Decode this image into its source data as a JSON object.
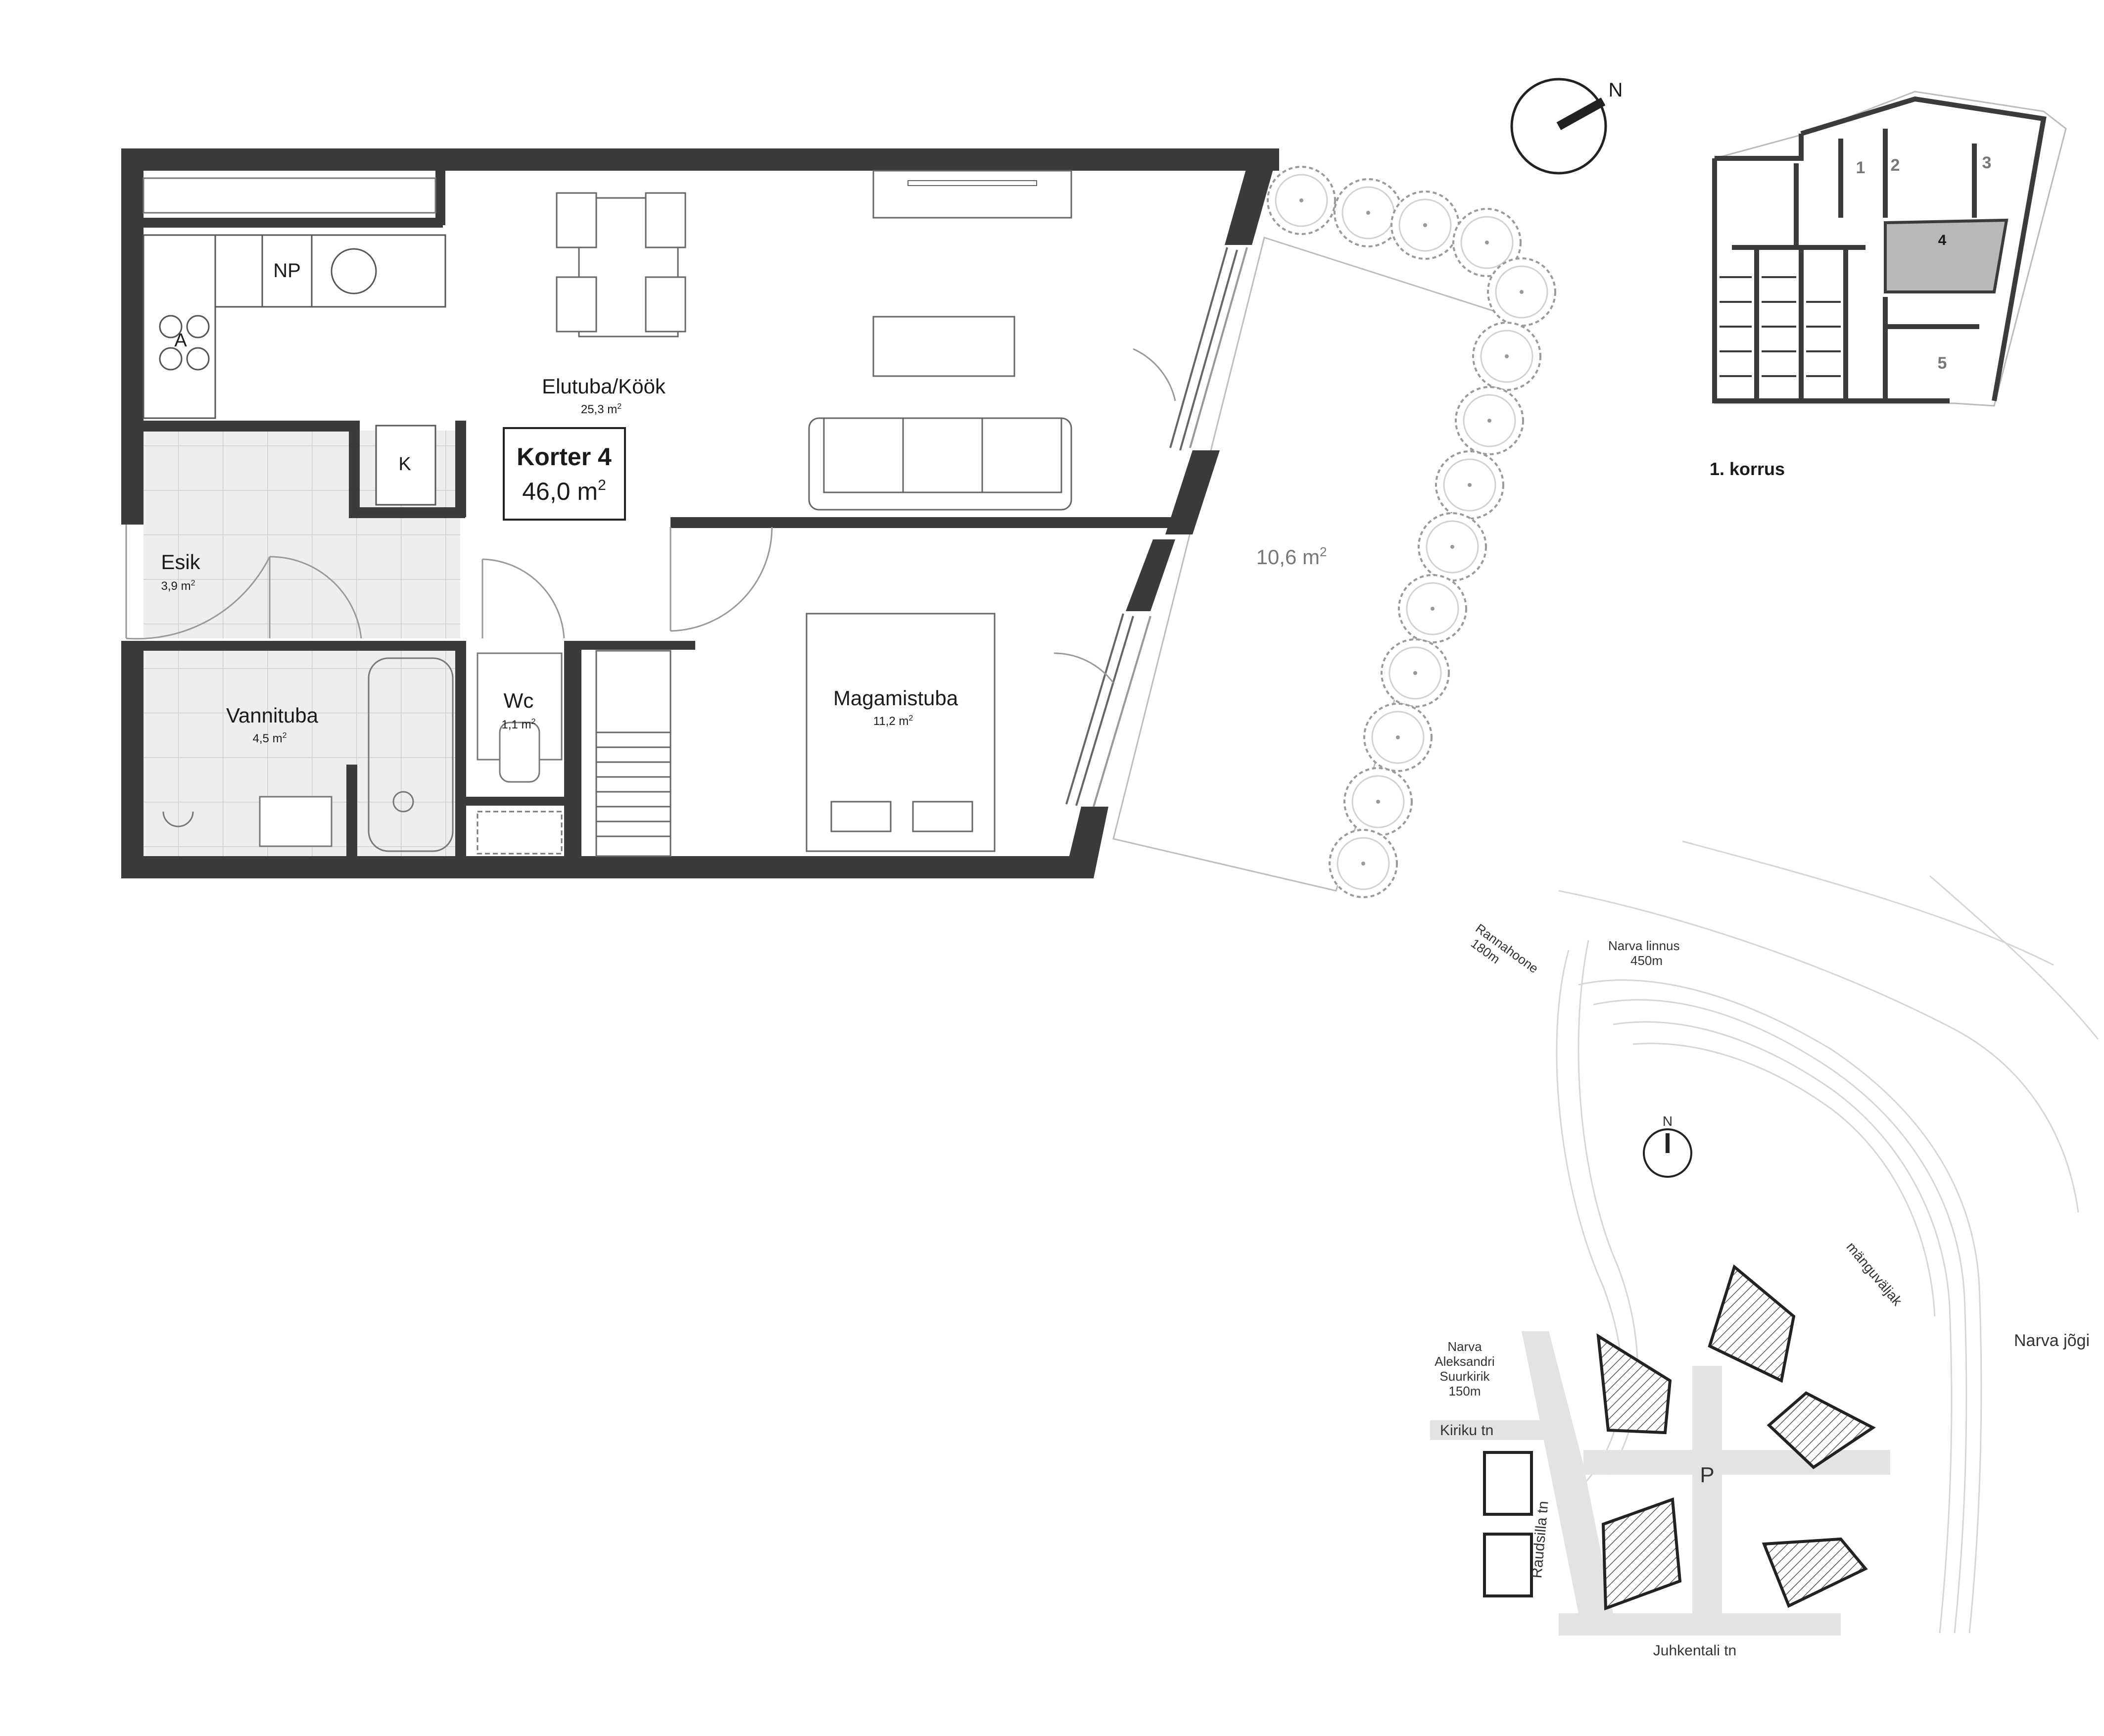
{
  "apartment": {
    "title": "Korter 4",
    "area_value": "46,0 m",
    "area_sup": "2"
  },
  "rooms": {
    "elutuba": {
      "name": "Elutuba/Köök",
      "area": "25,3 m",
      "sup": "2"
    },
    "magamistuba": {
      "name": "Magamistuba",
      "area": "11,2 m",
      "sup": "2"
    },
    "esik": {
      "name": "Esik",
      "area": "3,9 m",
      "sup": "2"
    },
    "vannituba": {
      "name": "Vannituba",
      "area": "4,5 m",
      "sup": "2"
    },
    "wc": {
      "name": "Wc",
      "area": "1,1 m",
      "sup": "2"
    },
    "terrace": {
      "area": "10,6 m",
      "sup": "2"
    }
  },
  "fixtures": {
    "np": "NP",
    "a": "A",
    "k": "K"
  },
  "compass": {
    "north": "N"
  },
  "key_plan": {
    "floor_label": "1. korrus",
    "units": [
      "1",
      "2",
      "3",
      "4",
      "5"
    ],
    "highlight_color": "#b8b8b8"
  },
  "site_plan": {
    "rannahoone": [
      "Rannahoone",
      "180m"
    ],
    "narva_linnus": [
      "Narva linnus",
      "450m"
    ],
    "playground": "mänguväljak",
    "river": "Narva jõgi",
    "church": [
      "Narva",
      "Aleksandri",
      "Suurkirik",
      "150m"
    ],
    "kiriku": "Kiriku tn",
    "raudsilla": "Raudsilla tn",
    "juhkentali": "Juhkentali tn",
    "parking": "P"
  },
  "colors": {
    "wall": "#3a3b3c",
    "tile": "#eeeeee",
    "tile_lines": "#cfcfcf",
    "site_road": "#e3e3e3"
  }
}
